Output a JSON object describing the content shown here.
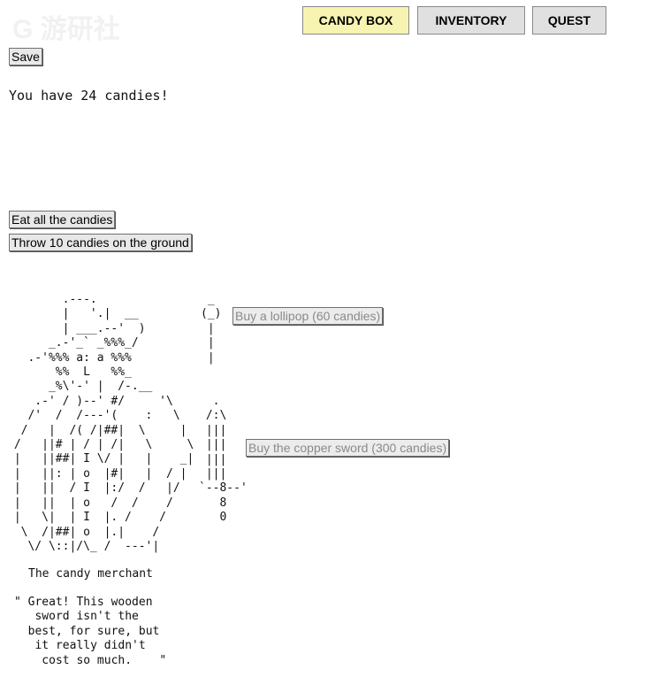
{
  "watermark": "G 游研社",
  "tabs": [
    {
      "label": "CANDY BOX",
      "active": true
    },
    {
      "label": "INVENTORY"
    },
    {
      "label": "QUEST"
    }
  ],
  "save_label": "Save",
  "candy_status": "You have 24 candies!",
  "actions": {
    "eat": "Eat all the candies",
    "throw": "Throw 10 candies on the ground"
  },
  "merchant": {
    "art": "        .---.\n        |   '.|  __\n        | ___.--'  )\n      _.-'_` _%%%_/\n   .-'%%% a: a %%%\n       %%  L   %%_\n      _%\\'-' |  /-.__\n    .-' / )--' #/     '\\\n   /'  /  /---'(    :   \\\n  /   |  /( /|##|  \\     |\n /   ||# | / | /|   \\     \\\n |   ||##| I \\/ |   |    _|\n |   ||: | o  |#|   |  / |\n |   ||  / I  |:/  /   |/\n |   ||  | o   /  /    /\n |   \\|  | I  |. /    /\n  \\  /|##| o  |.|    /\n   \\/ \\::|/\\_ /  ---'|",
    "name": "The candy merchant",
    "quote": "\" Great! This wooden\n   sword isn't the\n  best, for sure, but\n   it really didn't\n    cost so much.    \""
  },
  "lollipop": {
    "art": " _\n(_)\n |\n |\n |",
    "button": "Buy a lollipop (60 candies)"
  },
  "sword": {
    "art": "  .\n /:\\\n |||\n |||\n |||\n |||\n`--8--'\n   8\n   0",
    "button": "Buy the copper sword (300 candies)"
  }
}
